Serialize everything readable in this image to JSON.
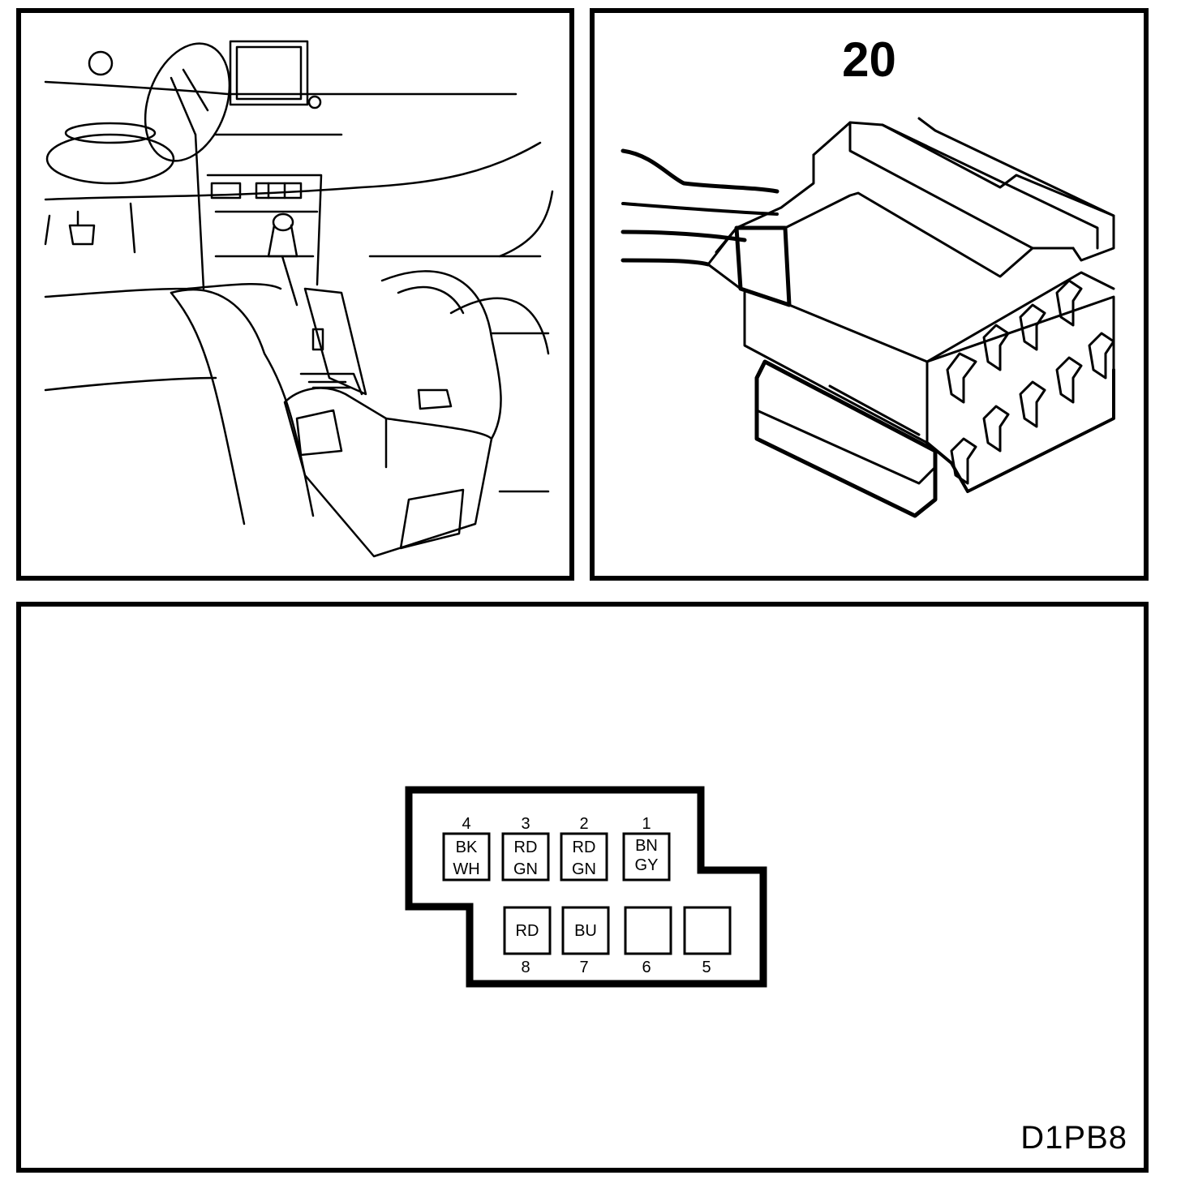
{
  "connector_view": {
    "number": "20"
  },
  "pinout": {
    "top_row": [
      {
        "pin": "4",
        "lines": [
          "BK",
          "WH"
        ]
      },
      {
        "pin": "3",
        "lines": [
          "RD",
          "GN"
        ]
      },
      {
        "pin": "2",
        "lines": [
          "RD",
          "GN"
        ]
      },
      {
        "pin": "1",
        "lines": [
          "BN",
          "GY"
        ]
      }
    ],
    "bottom_row": [
      {
        "pin": "8",
        "lines": [
          "RD"
        ]
      },
      {
        "pin": "7",
        "lines": [
          "BU"
        ]
      },
      {
        "pin": "6",
        "lines": []
      },
      {
        "pin": "5",
        "lines": []
      }
    ]
  },
  "document_code": "D1PB8"
}
